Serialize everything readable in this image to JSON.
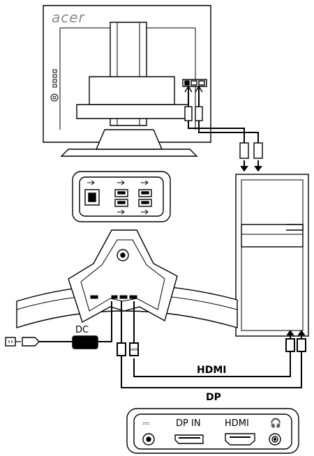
{
  "brand": {
    "logo_text": "acer"
  },
  "cables": {
    "dc_label": "DC",
    "hdmi_label": "HDMI",
    "dp_label": "DP",
    "hdmi_plug_text": "HDMI"
  },
  "panel": {
    "dp_in_label": "DP IN",
    "hdmi_label": "HDMI",
    "dc_symbol": "⎓",
    "headphone_symbol": "🎧"
  },
  "colors": {
    "line": "#000000",
    "face": "#ffffff",
    "shade": "#e6e6e6",
    "logo": "#8a8a8a"
  }
}
